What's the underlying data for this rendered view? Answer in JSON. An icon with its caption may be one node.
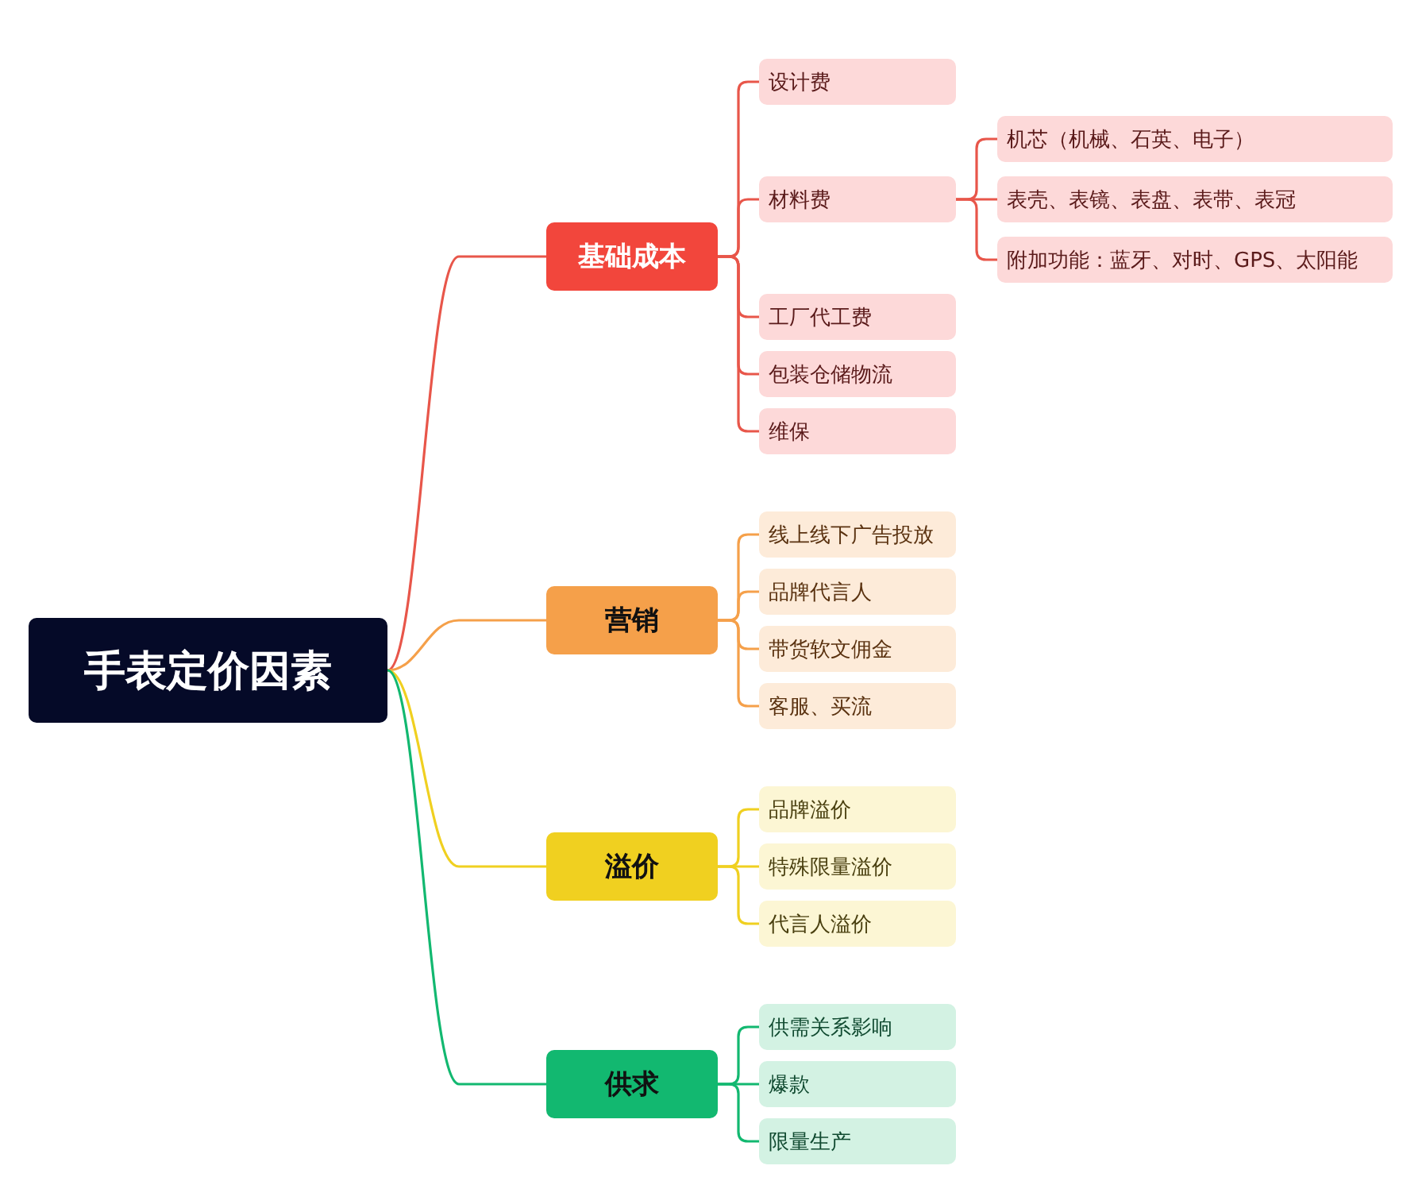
{
  "diagram": {
    "nodes": [
      {
        "text": [
          "手表定价因素"
        ]
      },
      {
        "text": [
          "基础成本"
        ]
      },
      {
        "text": [
          "设计费"
        ]
      },
      {
        "text": [
          "材料费"
        ]
      },
      {
        "text": [
          "机芯（机械、石英、电子）"
        ]
      },
      {
        "text": [
          "表壳、表镜、表盘、表带、表冠"
        ]
      },
      {
        "text": [
          "附加功能：蓝牙、对时、GPS、太阳能"
        ]
      },
      {
        "text": [
          "工厂代工费"
        ]
      },
      {
        "text": [
          "包装仓储物流"
        ]
      },
      {
        "text": [
          "维保"
        ]
      },
      {
        "text": [
          "营销"
        ]
      },
      {
        "text": [
          "线上线下广告投放"
        ]
      },
      {
        "text": [
          "品牌代言人"
        ]
      },
      {
        "text": [
          "带货软文佣金"
        ]
      },
      {
        "text": [
          "客服、买流"
        ]
      },
      {
        "text": [
          "溢价"
        ]
      },
      {
        "text": [
          "品牌溢价"
        ]
      },
      {
        "text": [
          "特殊限量溢价"
        ]
      },
      {
        "text": [
          "代言人溢价"
        ]
      },
      {
        "text": [
          "供求"
        ]
      },
      {
        "text": [
          "供需关系影响"
        ]
      },
      {
        "text": [
          "爆款"
        ]
      },
      {
        "text": [
          "限量生产"
        ]
      }
    ],
    "edges": [
      {
        "from": 0,
        "to": 1,
        "arrow": "none"
      },
      {
        "from": 1,
        "to": 2,
        "arrow": "none"
      },
      {
        "from": 1,
        "to": 3,
        "arrow": "none"
      },
      {
        "from": 3,
        "to": 4,
        "arrow": "none"
      },
      {
        "from": 3,
        "to": 5,
        "arrow": "none"
      },
      {
        "from": 3,
        "to": 6,
        "arrow": "none"
      },
      {
        "from": 1,
        "to": 7,
        "arrow": "none"
      },
      {
        "from": 1,
        "to": 8,
        "arrow": "none"
      },
      {
        "from": 1,
        "to": 9,
        "arrow": "none"
      },
      {
        "from": 0,
        "to": 10,
        "arrow": "none",
        "color": "#f5a04a"
      },
      {
        "from": 10,
        "to": 11,
        "arrow": "none",
        "color": "#f5a04a"
      },
      {
        "from": 10,
        "to": 12,
        "arrow": "none",
        "color": "#f5a04a"
      },
      {
        "from": 10,
        "to": 13,
        "arrow": "none",
        "color": "#f5a04a"
      },
      {
        "from": 10,
        "to": 14,
        "arrow": "none",
        "color": "#f5a04a"
      },
      {
        "from": 0,
        "to": 15,
        "arrow": "none",
        "color": "#f0d020"
      },
      {
        "from": 15,
        "to": 16,
        "arrow": "none",
        "color": "#f0d020"
      },
      {
        "from": 15,
        "to": 17,
        "arrow": "none",
        "color": "#f0d020"
      },
      {
        "from": 15,
        "to": 18,
        "arrow": "none",
        "color": "#f0d020"
      },
      {
        "from": 0,
        "to": 19,
        "arrow": "none",
        "color": "#12b870"
      },
      {
        "from": 19,
        "to": 20,
        "arrow": "none",
        "color": "#12b870"
      },
      {
        "from": 19,
        "to": 21,
        "arrow": "none",
        "color": "#12b870"
      },
      {
        "from": 19,
        "to": 22,
        "arrow": "none",
        "color": "#12b870"
      }
    ]
  }
}
